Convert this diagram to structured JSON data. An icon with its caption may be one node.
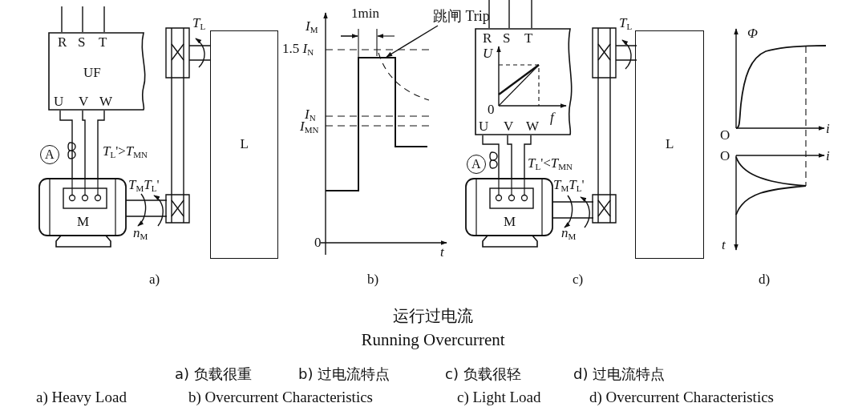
{
  "diagram": {
    "title": "运行过电流",
    "caption": "Running Overcurrent",
    "nodes": [
      {
        "text": [
          "R",
          "S",
          "T",
          "UF",
          "U",
          "V",
          "W"
        ]
      },
      {
        "text": [
          "A"
        ]
      },
      {
        "text": [
          "M"
        ]
      },
      {
        "text": [
          "L"
        ]
      },
      {
        "text": [
          "跳闸 Trip"
        ]
      },
      {
        "text": [
          "R",
          "S",
          "T",
          "U",
          "V",
          "W"
        ]
      },
      {
        "text": [
          "A"
        ]
      },
      {
        "text": [
          "M"
        ]
      },
      {
        "text": [
          "L"
        ]
      },
      {
        "text": [],
        "shape": "curve"
      }
    ],
    "edges": [
      {
        "from": 0,
        "to": 2,
        "arrow": "none"
      },
      {
        "from": 0,
        "to": 2,
        "arrow": "none"
      },
      {
        "from": 0,
        "to": 2,
        "arrow": "none"
      },
      {
        "from": 4,
        "to": 9,
        "arrow": "to"
      },
      {
        "from": 5,
        "to": 7,
        "arrow": "none"
      },
      {
        "from": 5,
        "to": 7,
        "arrow": "none"
      },
      {
        "from": 5,
        "to": 7,
        "arrow": "none"
      }
    ],
    "labels": [
      "*T*$_{L}$",
      "*T*$_{L}$'>*T*$_{MN}$",
      "*T*$_{M}$*T*$_{L}$'",
      "*n*$_{M}$",
      "a)",
      "*I*$_{M}$",
      "1min",
      "1.5 *I*$_{N}$",
      "*I*$_{N}$",
      "*I*$_{MN}$",
      "0",
      "*t*",
      "b)",
      "*T*$_{L}$",
      "*U*",
      "0",
      "*f*",
      "*T*$_{L}$'<*T*$_{MN}$",
      "*T*$_{M}$*T*$_{L}$'",
      "*n*$_{M}$",
      "c)",
      "*Φ*",
      "O",
      "*i*",
      "O",
      "*i*",
      "*t*",
      "d)",
      "a) 负载很重",
      "b) 过电流特点",
      "c) 负载很轻",
      "d) 过电流特点",
      "a) Heavy Load",
      "b) Overcurrent Characteristics",
      "c) Light Load",
      "d) Overcurrent Characteristics"
    ]
  }
}
